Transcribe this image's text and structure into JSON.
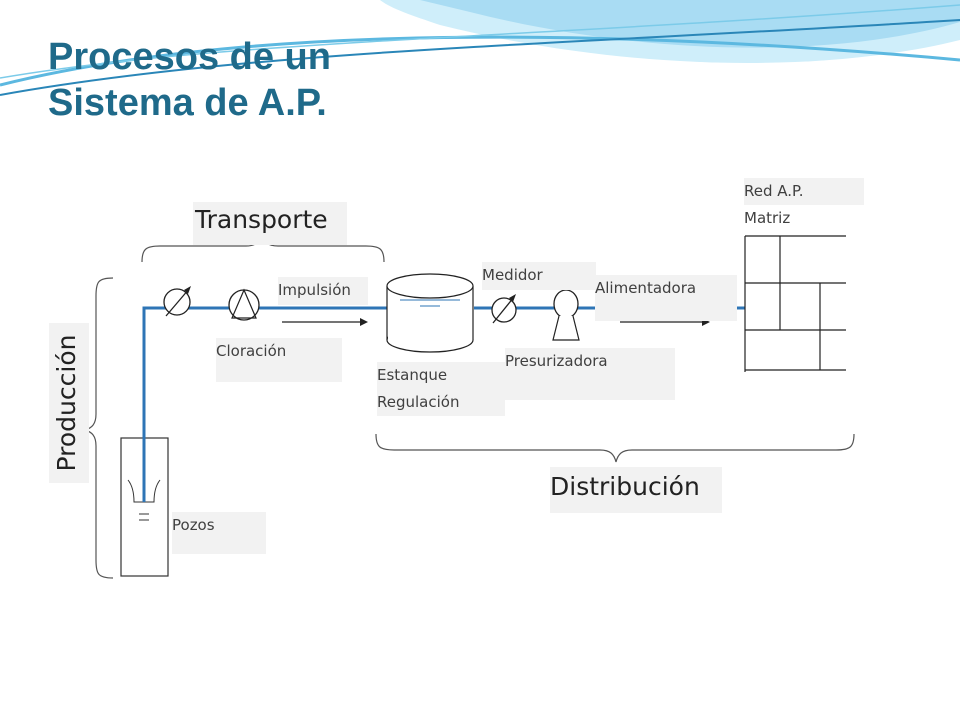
{
  "slide": {
    "title_line1": "Procesos de un",
    "title_line2": "Sistema de A.P."
  },
  "labels": {
    "transporte": "Transporte",
    "produccion": "Producción",
    "distribucion": "Distribución",
    "impulsion": "Impulsión",
    "cloracion": "Cloración",
    "medidor": "Medidor",
    "alimentadora": "Alimentadora",
    "presurizadora": "Presurizadora",
    "estanque_line1": "Estanque",
    "estanque_line2": "Regulación",
    "red_line1": "Red A.P.",
    "red_line2": "Matriz",
    "pozos": "Pozos"
  },
  "colors": {
    "title": "#1f6a8a",
    "pipe": "#2e75b6",
    "wave_light": "#a9dcf3",
    "wave_mid": "#5cb8e0",
    "wave_dark": "#2a86b8"
  }
}
